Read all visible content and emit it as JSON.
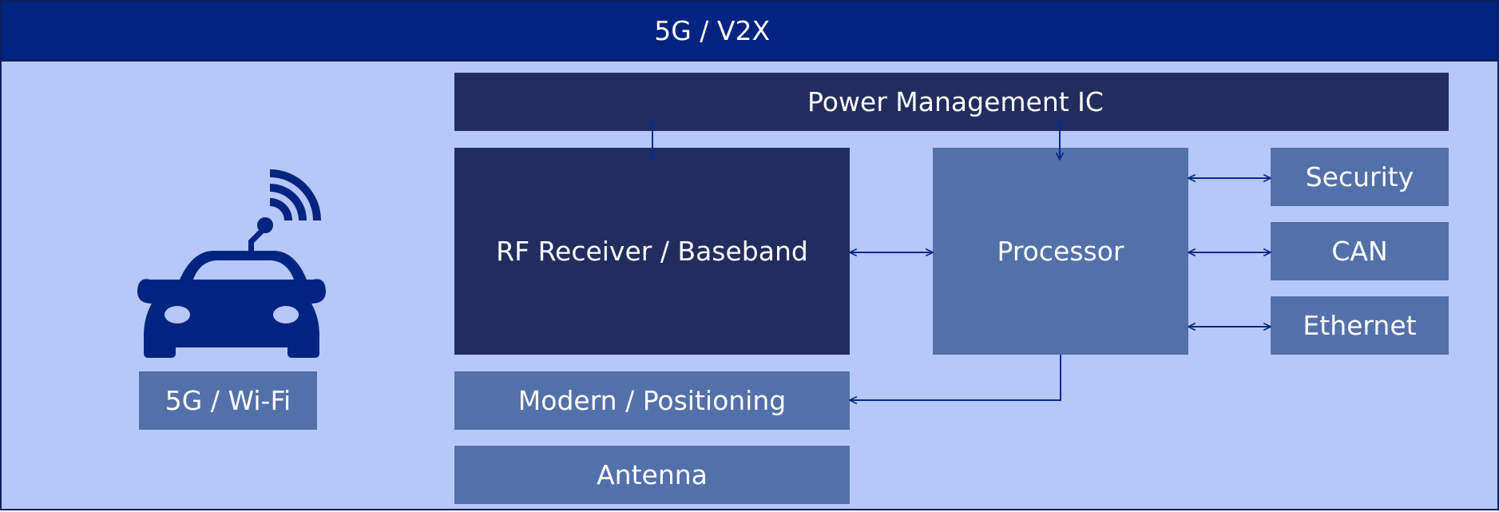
{
  "header": {
    "title": "5G / V2X"
  },
  "blocks": {
    "pmic": "Power Management IC",
    "rf": "RF Receiver / Baseband",
    "processor": "Processor",
    "security": "Security",
    "can": "CAN",
    "ethernet": "Ethernet",
    "modern": "Modern / Positioning",
    "antenna": "Antenna",
    "wifi": "5G / Wi-Fi"
  },
  "icons": {
    "vehicle": "connected-car-icon"
  },
  "colors": {
    "header": "#012480",
    "background": "#b6c8fb",
    "block_dark": "#222d5f",
    "block_mid": "#5470aa",
    "connector": "#0a2a8a"
  }
}
